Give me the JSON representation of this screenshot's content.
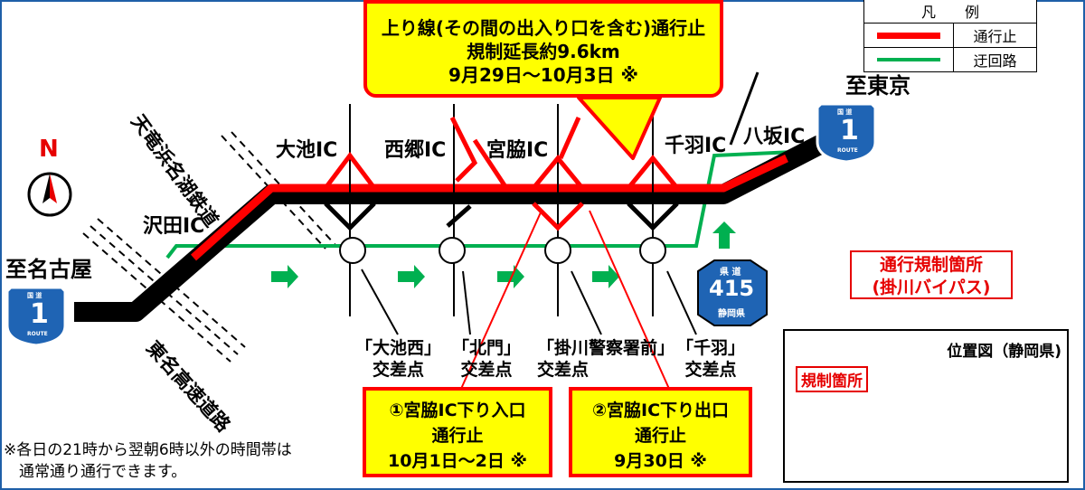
{
  "title_callout": {
    "line1": "上り線(その間の出入り口を含む)通行止",
    "line2": "規制延長約9.6km",
    "line3": "9月29日～10月3日 ※"
  },
  "legend": {
    "header": "凡　　例",
    "rows": [
      {
        "label": "通行止",
        "color": "#ff0000"
      },
      {
        "label": "迂回路",
        "color": "#00b050"
      }
    ]
  },
  "directions": {
    "to_nagoya": "至名古屋",
    "to_tokyo": "至東京"
  },
  "interchanges": [
    "沢田IC",
    "大池IC",
    "西郷IC",
    "宮脇IC",
    "千羽IC",
    "八坂IC"
  ],
  "railway": "天竜浜名湖鉄道",
  "expressway": "東名高速道路",
  "north": "N",
  "route_shields": {
    "national": {
      "top": "国 道",
      "number": "1",
      "bottom": "ROUTE"
    },
    "prefectural": {
      "top": "県 道",
      "number": "415",
      "bottom": "静岡県"
    }
  },
  "intersections": [
    {
      "name": "「大池西」",
      "suffix": "交差点"
    },
    {
      "name": "「北門」",
      "suffix": "交差点"
    },
    {
      "name": "「掛川警察署前」",
      "suffix": "交差点"
    },
    {
      "name": "「千羽」",
      "suffix": "交差点"
    }
  ],
  "callout_entry": {
    "line1": "①宮脇IC下り入口",
    "line2": "通行止",
    "line3": "10月1日～2日 ※"
  },
  "callout_exit": {
    "line1": "②宮脇IC下り出口",
    "line2": "通行止",
    "line3": "9月30日 ※"
  },
  "regulation_box": {
    "line1": "通行規制箇所",
    "line2": "(掛川バイパス)"
  },
  "inset": {
    "title": "位置図（静岡県)",
    "tag": "規制箇所"
  },
  "note": {
    "line1": "※各日の21時から翌朝6時以外の時間帯は",
    "line2": "　通常通り通行できます。"
  },
  "colors": {
    "closure": "#ff0000",
    "detour": "#00b050",
    "road": "#000000",
    "callout_bg": "#ffff00",
    "shield": "#1f64b4",
    "frame": "#1f5fa8"
  }
}
